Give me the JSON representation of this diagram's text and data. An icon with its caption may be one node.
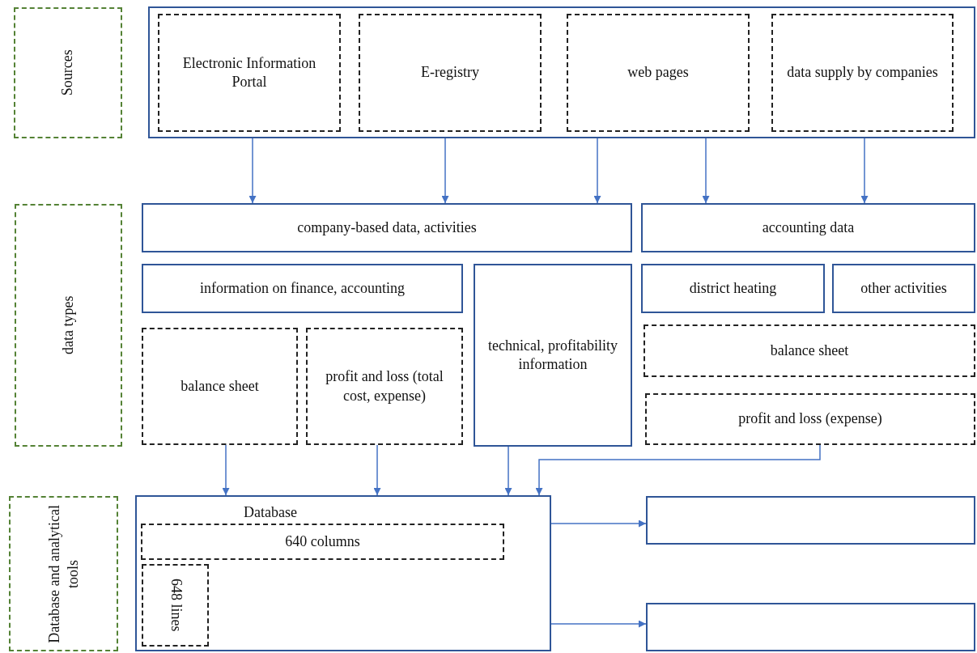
{
  "diagram": {
    "nodes": [
      {
        "text": [
          "Sources"
        ]
      },
      {
        "text": [],
        "shape": "box"
      },
      {
        "text": [
          "Electronic Information Portal"
        ],
        "in": 1
      },
      {
        "text": [
          "E-registry"
        ],
        "in": 1
      },
      {
        "text": [
          "web pages"
        ],
        "in": 1
      },
      {
        "text": [
          "data supply by companies"
        ],
        "in": 1
      },
      {
        "text": [
          "data types"
        ]
      },
      {
        "text": [
          "company-based data, activities"
        ]
      },
      {
        "text": [
          "accounting data"
        ]
      },
      {
        "text": [
          "information on finance, accounting"
        ]
      },
      {
        "text": [
          "technical, profitability information"
        ]
      },
      {
        "text": [
          "district heating"
        ]
      },
      {
        "text": [
          "other activities"
        ]
      },
      {
        "text": [
          "balance sheet"
        ]
      },
      {
        "text": [
          "profit and loss (total cost, expense)"
        ]
      },
      {
        "text": [
          "balance sheet"
        ]
      },
      {
        "text": [
          "profit and loss (expense)"
        ]
      },
      {
        "text": [
          "Database and analytical tools"
        ]
      },
      {
        "text": [
          "Database"
        ]
      },
      {
        "text": [
          "640 columns"
        ],
        "in": 18
      },
      {
        "text": [
          "648 lines"
        ],
        "in": 18
      },
      {
        "text": [],
        "shape": "box"
      },
      {
        "text": [],
        "shape": "box"
      }
    ],
    "edges": [
      {
        "from": 1,
        "to": 7,
        "arrow": "to"
      },
      {
        "from": 1,
        "to": 7,
        "arrow": "to"
      },
      {
        "from": 1,
        "to": 7,
        "arrow": "to"
      },
      {
        "from": 1,
        "to": 8,
        "arrow": "to"
      },
      {
        "from": 1,
        "to": 8,
        "arrow": "to"
      },
      {
        "from": 13,
        "to": 18,
        "arrow": "to"
      },
      {
        "from": 14,
        "to": 18,
        "arrow": "to"
      },
      {
        "from": 10,
        "to": 18,
        "arrow": "to"
      },
      {
        "from": 16,
        "to": 18,
        "arrow": "to"
      },
      {
        "from": 18,
        "to": 21,
        "arrow": "to"
      },
      {
        "from": 18,
        "to": 22,
        "arrow": "to"
      }
    ]
  }
}
